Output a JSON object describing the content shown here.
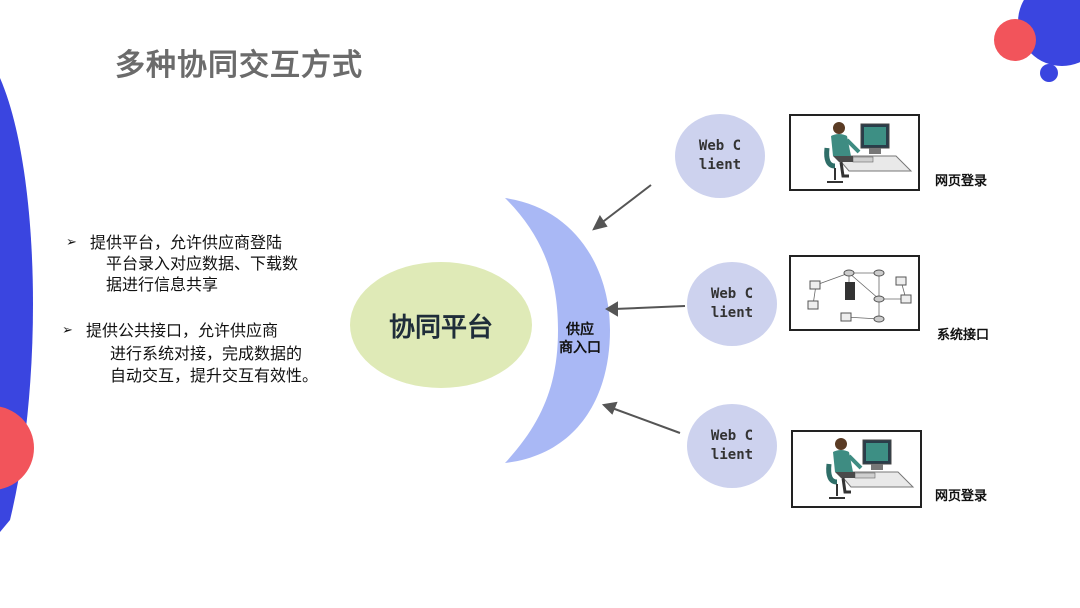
{
  "title": "多种协同交互方式",
  "bullets": [
    {
      "lines": [
        "提供平台，允许供应商登陆",
        "平台录入对应数据、下载数",
        "据进行信息共享"
      ]
    },
    {
      "lines": [
        "提供公共接口，允许供应商",
        "进行系统对接，完成数据的",
        "自动交互，提升交互有效性。"
      ]
    }
  ],
  "core_label": "协同平台",
  "portal": {
    "lines": [
      "供应",
      "商入口"
    ]
  },
  "clients": [
    {
      "label": "Web Client",
      "side_label": "网页登录",
      "icon": "workstation-user-icon"
    },
    {
      "label": "Web Client",
      "side_label": "系统接口",
      "icon": "network-topology-icon"
    },
    {
      "label": "Web Client",
      "side_label": "网页登录",
      "icon": "workstation-user-icon"
    }
  ],
  "colors": {
    "title": "#6b6b6b",
    "core": "#dfeab7",
    "portal_arc": "#a9b8f5",
    "client": "#cdd2ee",
    "deco_blue": "#3a45e0",
    "deco_red": "#f2545b",
    "arrow": "#555555"
  }
}
